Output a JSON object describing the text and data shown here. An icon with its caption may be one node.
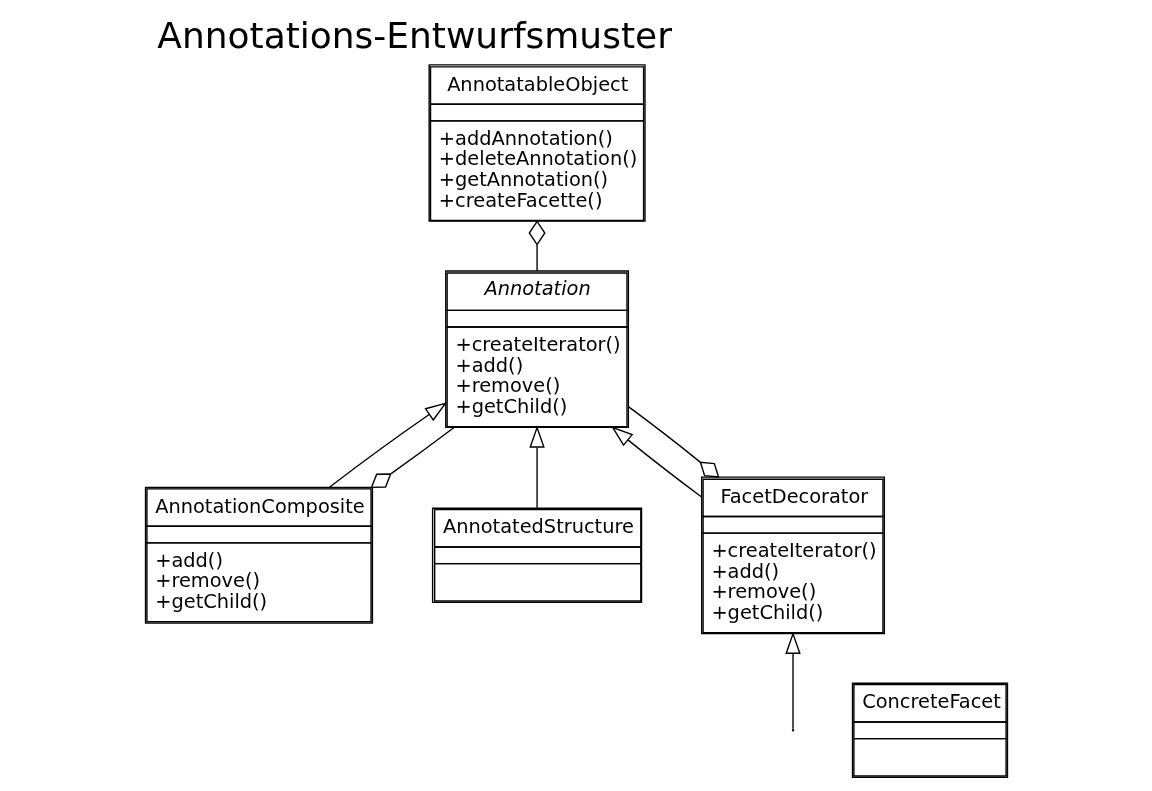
{
  "diagram": {
    "title": "Annotations-Entwurfsmuster",
    "nodes": [
      {
        "text": [
          "AnnotatableObject",
          "+addAnnotation()",
          "+deleteAnnotation()",
          "+getAnnotation()",
          "+createFacette()"
        ]
      },
      {
        "text": [
          "Annotation",
          "+createIterator()",
          "+add()",
          "+remove()",
          "+getChild()"
        ]
      },
      {
        "text": [
          "AnnotationComposite",
          "+add()",
          "+remove()",
          "+getChild()"
        ]
      },
      {
        "text": [
          "AnnotatedStructure"
        ]
      },
      {
        "text": [
          "FacetDecorator",
          "+createIterator()",
          "+add()",
          "+remove()",
          "+getChild()"
        ]
      },
      {
        "text": [
          "ConcreteFacet"
        ]
      }
    ],
    "edges": [
      {
        "from": 1,
        "to": 0,
        "arrow": "other"
      },
      {
        "from": 1,
        "to": 2,
        "arrow": "other"
      },
      {
        "from": 1,
        "to": 4,
        "arrow": "other"
      },
      {
        "from": 2,
        "to": 1,
        "arrow": "to"
      },
      {
        "from": 3,
        "to": 1,
        "arrow": "to"
      },
      {
        "from": 4,
        "to": 1,
        "arrow": "to"
      },
      {
        "from": null,
        "to": 4,
        "arrow": "to"
      }
    ]
  }
}
